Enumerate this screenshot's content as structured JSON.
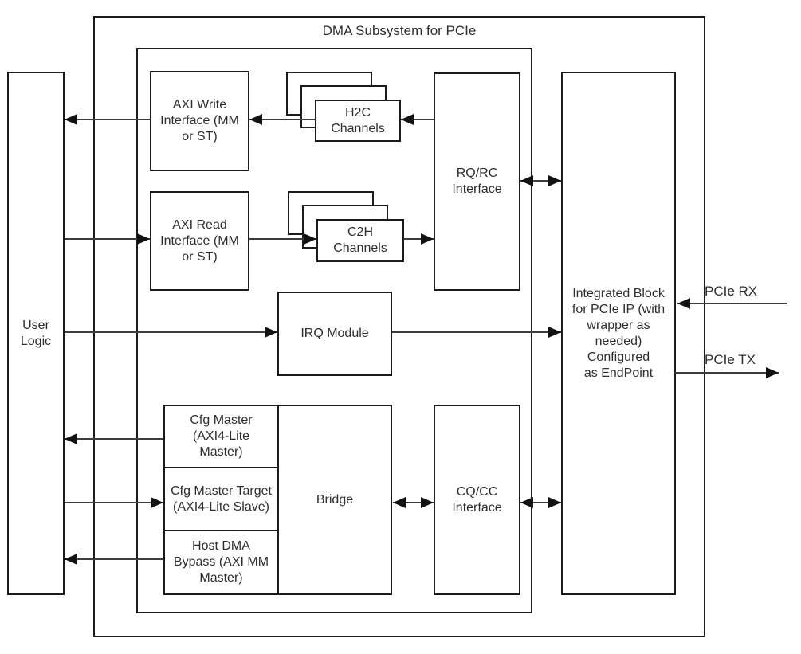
{
  "diagram": {
    "title": "DMA Subsystem for PCIe",
    "blocks": {
      "user_logic": "User\nLogic",
      "axi_write": "AXI Write\nInterface (MM\nor ST)",
      "h2c_channels": "H2C\nChannels",
      "axi_read": "AXI Read\nInterface (MM\nor ST)",
      "c2h_channels": "C2H\nChannels",
      "irq_module": "IRQ Module",
      "rq_rc_interface": "RQ/RC\nInterface",
      "cfg_master": "Cfg Master\n(AXI4-Lite\nMaster)",
      "cfg_master_target": "Cfg Master Target\n(AXI4-Lite Slave)",
      "host_dma_bypass": "Host DMA\nBypass (AXI MM\nMaster)",
      "bridge": "Bridge",
      "cq_cc_interface": "CQ/CC\nInterface",
      "integrated_block": "Integrated Block\nfor PCIe IP (with\nwrapper as\nneeded)\nConfigured\nas EndPoint"
    },
    "ports": {
      "pcie_rx": "PCIe RX",
      "pcie_tx": "PCIe TX"
    }
  }
}
